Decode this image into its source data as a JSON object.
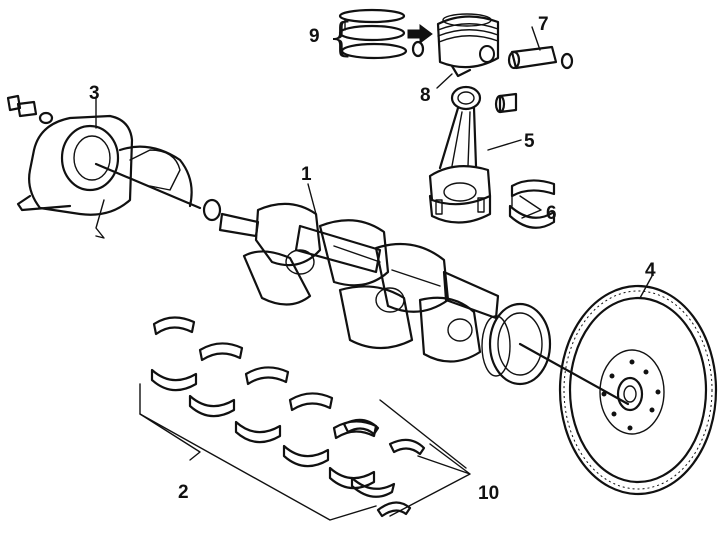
{
  "callouts": {
    "c1": "1",
    "c2": "2",
    "c3": "3",
    "c4": "4",
    "c5": "5",
    "c6": "6",
    "c7": "7",
    "c8": "8",
    "c9": "9",
    "c10": "10"
  },
  "icons": {
    "piston_rings": "piston-rings-icon",
    "piston": "piston-icon",
    "gudgeon_pin": "gudgeon-pin-icon",
    "connecting_rod": "connecting-rod-icon",
    "big_end_bearing": "big-end-bearing-icon",
    "rear_oil_seal_housing": "rear-oil-seal-housing-icon",
    "crankshaft": "crankshaft-icon",
    "flywheel": "flywheel-icon",
    "main_bearing_shells": "main-bearing-shells-icon",
    "thrust_washers": "thrust-washers-icon"
  },
  "colors": {
    "ink": "#111111",
    "background": "#ffffff"
  }
}
